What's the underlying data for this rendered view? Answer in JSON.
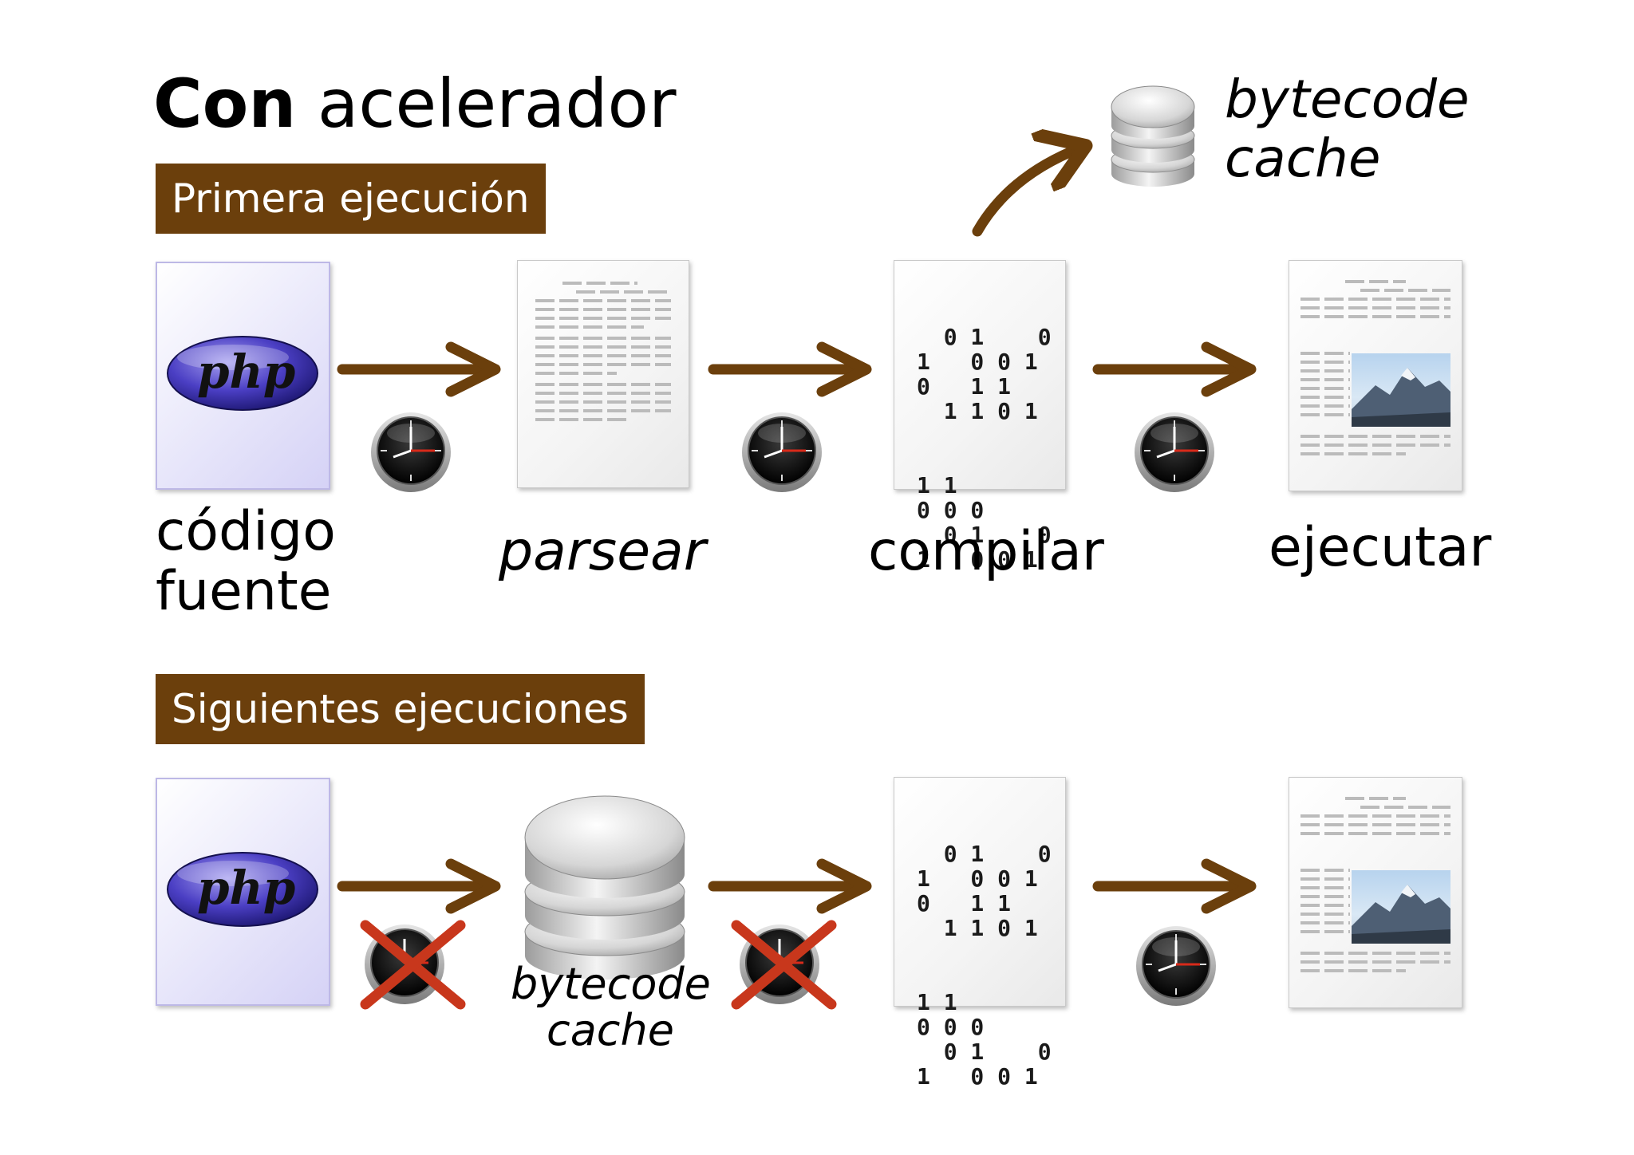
{
  "title": {
    "bold": "Con",
    "rest": "acelerador"
  },
  "sections": {
    "first": "Primera  ejecución",
    "next": "Siguientes ejecuciones"
  },
  "row1": {
    "source_label_line1": "código",
    "source_label_line2": "fuente",
    "parse_label": "parsear",
    "compile_label": "compilar",
    "execute_label": "ejecutar"
  },
  "cache_top": {
    "line1": "bytecode",
    "line2": "cache"
  },
  "cache_bottom": {
    "line1": "bytecode",
    "line2": "cache"
  },
  "php_logo_text": "php",
  "binary_lines": [
    "  0 1    0",
    "1   0 0 1",
    "0   1 1",
    "  1 1 0 1",
    "1 1",
    "0 0 0",
    "  0 1    0",
    "1   0 0 1"
  ],
  "icons": {
    "source_file": "php-file-icon",
    "parsed_doc": "text-document-icon",
    "binary_doc": "binary-document-icon",
    "output_doc": "document-with-image-icon",
    "database": "database-icon",
    "clock": "stopwatch-icon",
    "cross": "red-cross-icon"
  },
  "colors": {
    "band": "#6b3f0c",
    "arrow": "#6b3f0c",
    "cross": "#c8371c",
    "php_oval": "#4b3fc4"
  }
}
